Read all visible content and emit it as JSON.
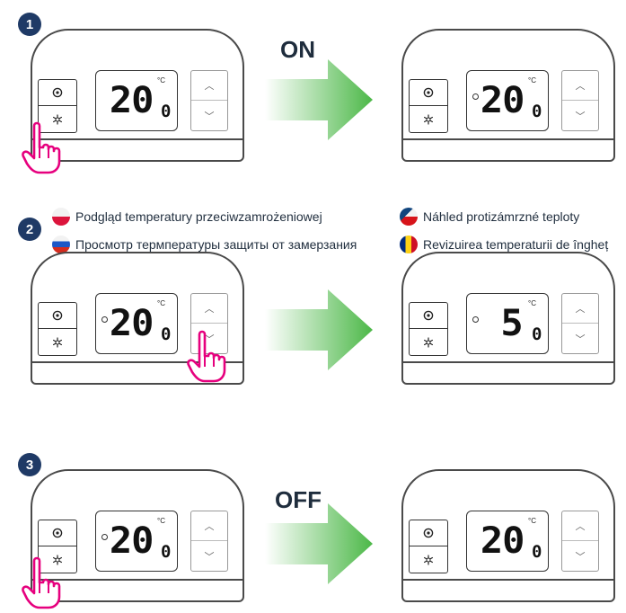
{
  "steps": [
    {
      "number": "1",
      "label": "ON",
      "before": {
        "temp": "20",
        "decimal": "0",
        "unit": "°C",
        "show_dot": false
      },
      "after": {
        "temp": "20",
        "decimal": "0",
        "unit": "°C",
        "show_dot": true
      }
    },
    {
      "number": "2",
      "label": "",
      "before": {
        "temp": "20",
        "decimal": "0",
        "unit": "°C",
        "show_dot": true
      },
      "after": {
        "temp": "5",
        "decimal": "0",
        "unit": "°C",
        "show_dot": true
      }
    },
    {
      "number": "3",
      "label": "OFF",
      "before": {
        "temp": "20",
        "decimal": "0",
        "unit": "°C",
        "show_dot": true
      },
      "after": {
        "temp": "20",
        "decimal": "0",
        "unit": "°C",
        "show_dot": false
      }
    }
  ],
  "captions": {
    "pl": "Podgląd temperatury przeciwzamrożeniowej",
    "ru": "Просмотр термпературы защиты от замерзания",
    "cz": "Náhled protizámrzné teploty",
    "ro": "Revizuirea temperaturii de îngheț"
  },
  "colors": {
    "badge": "#1f3a66",
    "arrow_green": "#4cb848",
    "hand": "#e6007e"
  },
  "icons": {
    "top_button": "sun-icon",
    "bottom_button": "snowflake-icon",
    "up": "chevron-up-icon",
    "down": "chevron-down-icon"
  }
}
